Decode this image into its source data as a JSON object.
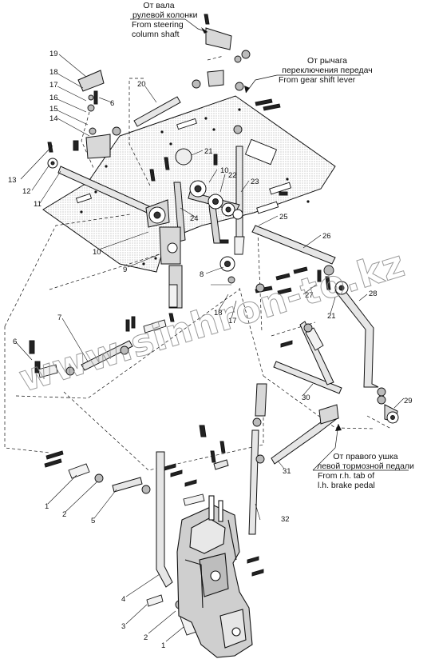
{
  "labels": {
    "steering": {
      "ru1": "От вала",
      "ru2": "рулевой колонки",
      "en1": "From steering",
      "en2": "column shaft"
    },
    "gearshift": {
      "ru1": "От рычага",
      "ru2": "переключения передач",
      "en1": "From gear shift lever"
    },
    "brake": {
      "ru1": "От правого ушка",
      "ru2": "левой тормозной педали",
      "en1": "From r.h. tab of",
      "en2": "l.h. brake pedal"
    }
  },
  "watermark": "www.sinhron-to.kz",
  "callouts": {
    "n1a": "1",
    "n1b": "1",
    "n2a": "2",
    "n2b": "2",
    "n3": "3",
    "n4": "4",
    "n5": "5",
    "n6a": "6",
    "n6b": "6",
    "n7": "7",
    "n8": "8",
    "n9": "9",
    "n10a": "10",
    "n10b": "10",
    "n11": "11",
    "n12": "12",
    "n13": "13",
    "n14": "14",
    "n15": "15",
    "n16": "16",
    "n17a": "17",
    "n17b": "17",
    "n18a": "18",
    "n18b": "18",
    "n19": "19",
    "n20": "20",
    "n21a": "21",
    "n21b": "21",
    "n22": "22",
    "n23": "23",
    "n24": "24",
    "n25": "25",
    "n26": "26",
    "n27": "27",
    "n28": "28",
    "n29": "29",
    "n30": "30",
    "n31": "31",
    "n32": "32"
  }
}
